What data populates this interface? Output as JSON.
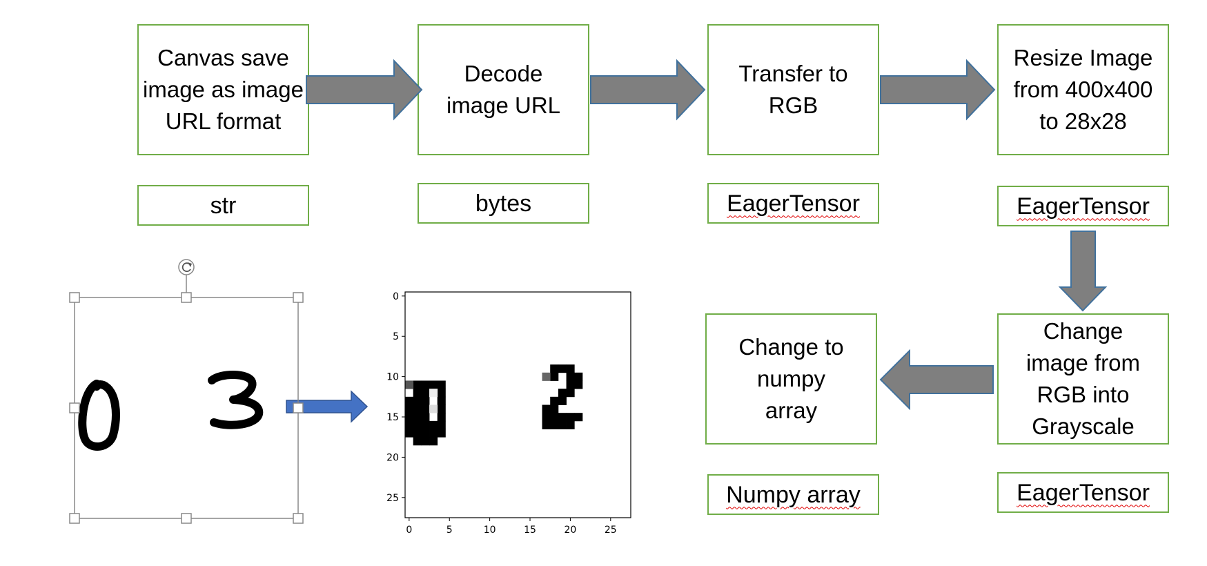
{
  "steps": {
    "s1": "Canvas save image as image URL format",
    "s2": "Decode image URL",
    "s3": "Transfer to RGB",
    "s4": "Resize Image from 400x400 to 28x28",
    "s5": "Change image from RGB into Grayscale",
    "s6": "Change to numpy array"
  },
  "types": {
    "t1": "str",
    "t2": "bytes",
    "t3": "EagerTensor",
    "t4": "EagerTensor",
    "t5": "EagerTensor",
    "t6": "Numpy array"
  },
  "sketch": {
    "left_digit": "0",
    "right_digit": "3"
  },
  "plot": {
    "y_ticks": [
      "0",
      "5",
      "10",
      "15",
      "20",
      "25"
    ],
    "x_ticks": [
      "0",
      "5",
      "10",
      "15",
      "20",
      "25"
    ],
    "pixels_black": [
      [
        11,
        0
      ],
      [
        11,
        1
      ],
      [
        11,
        2
      ],
      [
        11,
        3
      ],
      [
        11,
        4
      ],
      [
        12,
        1
      ],
      [
        12,
        2
      ],
      [
        12,
        4
      ],
      [
        13,
        0
      ],
      [
        13,
        1
      ],
      [
        13,
        2
      ],
      [
        13,
        4
      ],
      [
        14,
        0
      ],
      [
        14,
        1
      ],
      [
        14,
        2
      ],
      [
        14,
        4
      ],
      [
        15,
        0
      ],
      [
        15,
        1
      ],
      [
        15,
        2
      ],
      [
        15,
        4
      ],
      [
        16,
        0
      ],
      [
        16,
        1
      ],
      [
        16,
        2
      ],
      [
        16,
        3
      ],
      [
        16,
        4
      ],
      [
        17,
        0
      ],
      [
        17,
        1
      ],
      [
        17,
        2
      ],
      [
        17,
        3
      ],
      [
        17,
        4
      ],
      [
        18,
        1
      ],
      [
        18,
        2
      ],
      [
        18,
        3
      ],
      [
        9,
        18
      ],
      [
        9,
        19
      ],
      [
        9,
        20
      ],
      [
        10,
        18
      ],
      [
        10,
        20
      ],
      [
        10,
        21
      ],
      [
        11,
        20
      ],
      [
        11,
        21
      ],
      [
        12,
        19
      ],
      [
        12,
        20
      ],
      [
        13,
        18
      ],
      [
        13,
        19
      ],
      [
        14,
        17
      ],
      [
        14,
        18
      ],
      [
        15,
        17
      ],
      [
        15,
        18
      ],
      [
        15,
        19
      ],
      [
        15,
        20
      ],
      [
        15,
        21
      ],
      [
        16,
        17
      ],
      [
        16,
        18
      ],
      [
        16,
        19
      ],
      [
        16,
        20
      ]
    ],
    "pixels_gray": [
      [
        11,
        0,
        "#555555"
      ],
      [
        10,
        17,
        "#666666"
      ],
      [
        14,
        3,
        "#dddddd"
      ],
      [
        12,
        3,
        "#eeeeee"
      ]
    ]
  },
  "colors": {
    "box_border": "#70ad47",
    "flow_arrow": "#7f7f7f",
    "sketch_arrow": "#4472c4"
  }
}
